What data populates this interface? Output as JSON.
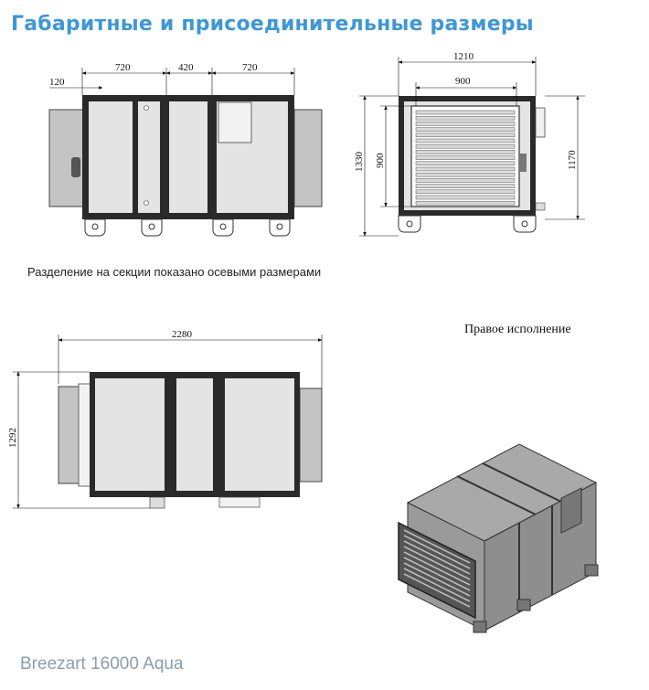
{
  "title": "Габаритные и присоединительные размеры",
  "note": "Разделение на секции показано осевыми размерами",
  "variant_label": "Правое исполнение",
  "product_name": "Breezart 16000 Aqua",
  "front_view": {
    "dims": {
      "d120": "120",
      "d720a": "720",
      "d420": "420",
      "d720b": "720"
    }
  },
  "side_view": {
    "dims": {
      "d1210": "1210",
      "d900w": "900",
      "d1330": "1330",
      "d900h": "900",
      "d1170": "1170"
    }
  },
  "top_view": {
    "dims": {
      "d2280": "2280",
      "d1292": "1292"
    }
  },
  "colors": {
    "title": "#3d97d8",
    "panel": "#e4e4e4",
    "frame": "#2a2a2a",
    "duct": "#bdbdbd",
    "footer": "#8a9db0"
  }
}
